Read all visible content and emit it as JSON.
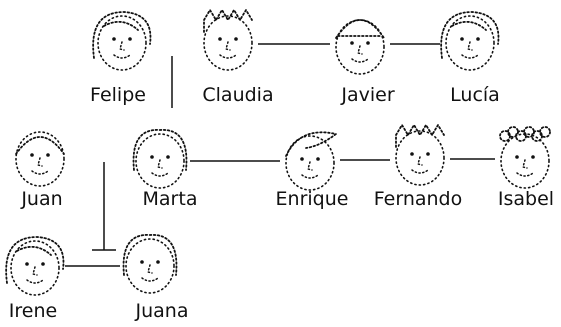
{
  "people": [
    {
      "id": "felipe",
      "name": "Felipe"
    },
    {
      "id": "claudia",
      "name": "Claudia"
    },
    {
      "id": "javier",
      "name": "Javier"
    },
    {
      "id": "lucia",
      "name": "Lucía"
    },
    {
      "id": "juan",
      "name": "Juan"
    },
    {
      "id": "marta",
      "name": "Marta"
    },
    {
      "id": "enrique",
      "name": "Enrique"
    },
    {
      "id": "fernando",
      "name": "Fernando"
    },
    {
      "id": "isabel",
      "name": "Isabel"
    },
    {
      "id": "irene",
      "name": "Irene"
    },
    {
      "id": "juana",
      "name": "Juana"
    }
  ],
  "links": [
    {
      "from": "claudia",
      "to": "javier",
      "kind": "horizontal"
    },
    {
      "from": "javier",
      "to": "lucia",
      "kind": "horizontal"
    },
    {
      "from": "marta",
      "to": "enrique",
      "kind": "horizontal"
    },
    {
      "from": "enrique",
      "to": "fernando",
      "kind": "horizontal"
    },
    {
      "from": "fernando",
      "to": "isabel",
      "kind": "horizontal"
    },
    {
      "from": "irene",
      "to": "juana",
      "kind": "horizontal"
    },
    {
      "from": "felipe",
      "to": "marta",
      "kind": "vertical"
    },
    {
      "from": "juan",
      "to": "irene",
      "kind": "vertical"
    }
  ]
}
